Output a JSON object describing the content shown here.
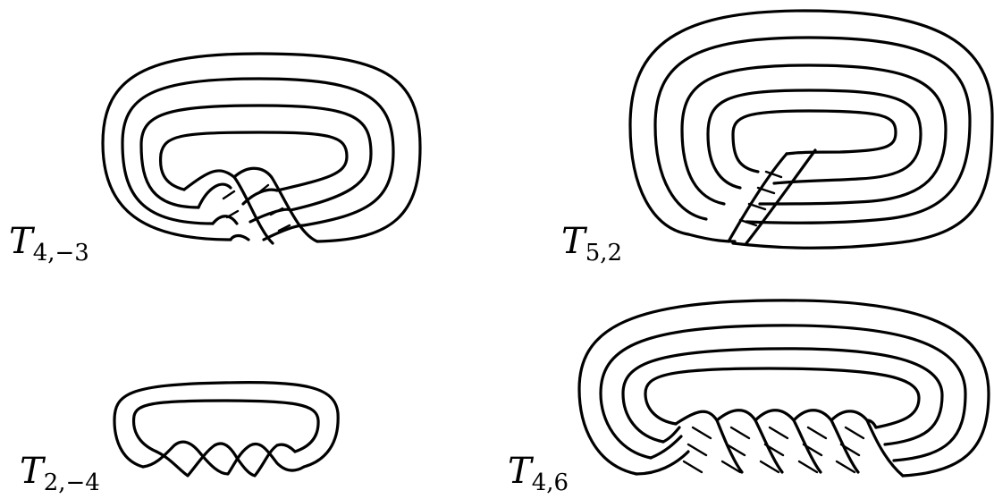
{
  "figure": {
    "panels": [
      {
        "symbol": "T",
        "subscript": "4,−3",
        "strands": 4,
        "twists": 3
      },
      {
        "symbol": "T",
        "subscript": "5,2",
        "strands": 5,
        "twists": 2
      },
      {
        "symbol": "T",
        "subscript": "2,−4",
        "strands": 2,
        "twists": 4
      },
      {
        "symbol": "T",
        "subscript": "4,6",
        "strands": 4,
        "twists": 6
      }
    ],
    "colors": {
      "ink": "#000000",
      "background": "#ffffff"
    }
  }
}
